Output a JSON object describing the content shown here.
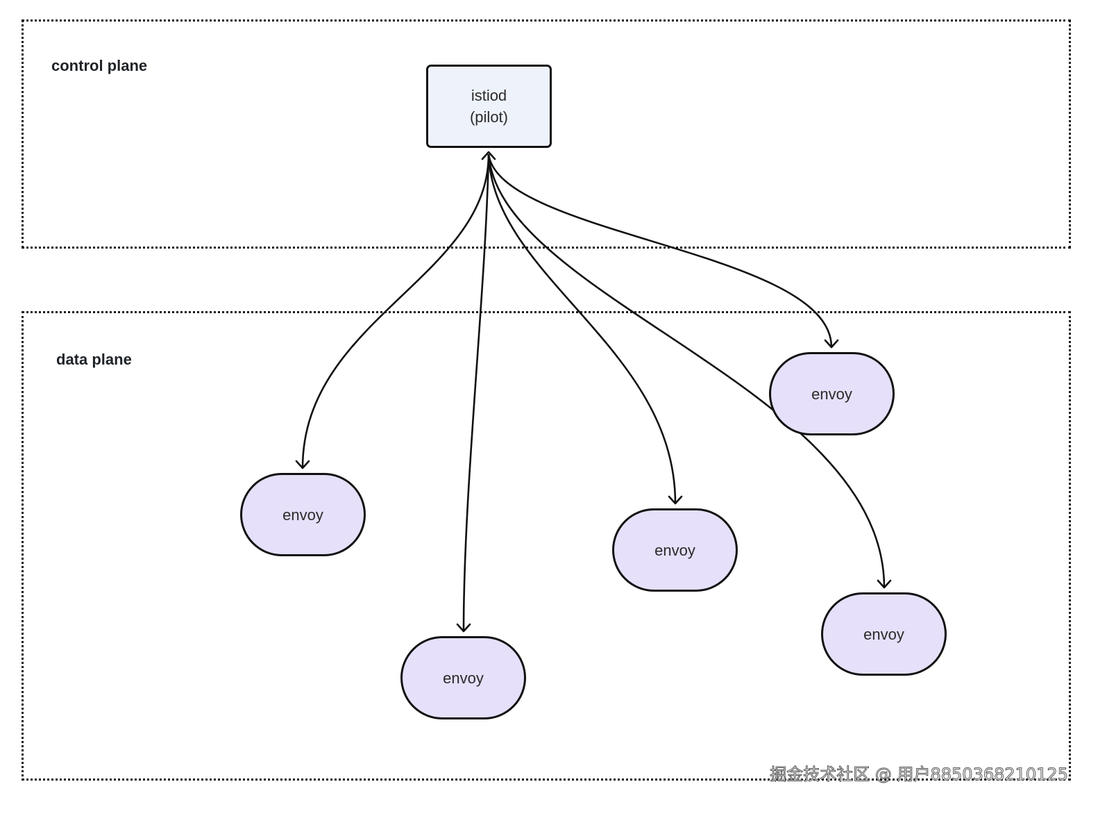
{
  "control_plane": {
    "label": "control plane"
  },
  "data_plane": {
    "label": "data plane"
  },
  "istiod": {
    "line1": "istiod",
    "line2": "(pilot)"
  },
  "envoys": [
    {
      "label": "envoy"
    },
    {
      "label": "envoy"
    },
    {
      "label": "envoy"
    },
    {
      "label": "envoy"
    },
    {
      "label": "envoy"
    }
  ],
  "edges": [
    {
      "from": "istiod",
      "to": "envoy-1",
      "bidirectional": true
    },
    {
      "from": "istiod",
      "to": "envoy-2",
      "bidirectional": true
    },
    {
      "from": "istiod",
      "to": "envoy-3",
      "bidirectional": true
    },
    {
      "from": "istiod",
      "to": "envoy-4",
      "bidirectional": true
    },
    {
      "from": "istiod",
      "to": "envoy-5",
      "bidirectional": true
    }
  ],
  "colors": {
    "istiod_fill": "#eef2fb",
    "envoy_fill": "#e6e0fa",
    "stroke": "#111111"
  },
  "watermark": "掘金技术社区 @ 用户8850368210125"
}
